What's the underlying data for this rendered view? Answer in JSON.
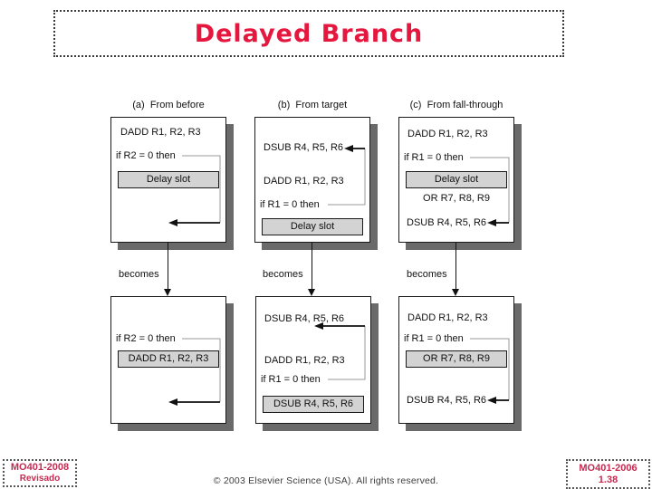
{
  "title": "Delayed Branch",
  "columns": [
    {
      "id": "a",
      "header": "(a)  From before",
      "becomes": "becomes",
      "top": {
        "instr1": "DADD R1, R2, R3",
        "branch": "if R2 = 0 then",
        "slot": "Delay slot"
      },
      "bottom": {
        "branch": "if R2 = 0 then",
        "slot": "DADD R1, R2, R3"
      }
    },
    {
      "id": "b",
      "header": "(b)  From target",
      "becomes": "becomes",
      "top": {
        "target": "DSUB R4, R5, R6",
        "instr2": "DADD R1, R2, R3",
        "branch": "if R1 = 0 then",
        "slot": "Delay slot"
      },
      "bottom": {
        "target": "DSUB R4, R5, R6",
        "instr2": "DADD R1, R2, R3",
        "branch": "if R1 = 0 then",
        "slot": "DSUB R4, R5, R6"
      }
    },
    {
      "id": "c",
      "header": "(c)  From fall-through",
      "becomes": "becomes",
      "top": {
        "instr1": "DADD R1, R2, R3",
        "branch": "if R1 = 0 then",
        "slot": "Delay slot",
        "or_instr": "OR R7, R8, R9",
        "fall_instr": "DSUB R4, R5, R6"
      },
      "bottom": {
        "instr1": "DADD R1, R2, R3",
        "branch": "if R1 = 0 then",
        "slot": "OR R7, R8, R9",
        "fall_instr": "DSUB R4, R5, R6"
      }
    }
  ],
  "footer": {
    "left": {
      "line1": "MO401-2008",
      "line2": "Revisado"
    },
    "copyright": "© 2003 Elsevier Science (USA). All rights reserved.",
    "right": {
      "line1": "MO401-2006",
      "line2": "1.38"
    }
  },
  "colors": {
    "title_red": "#e5173e",
    "footer_red": "#c62a51",
    "slot_fill": "#d3d3d3",
    "shadow_gray": "#6a6a6a",
    "line_gray": "#999999",
    "ink": "#111111"
  }
}
